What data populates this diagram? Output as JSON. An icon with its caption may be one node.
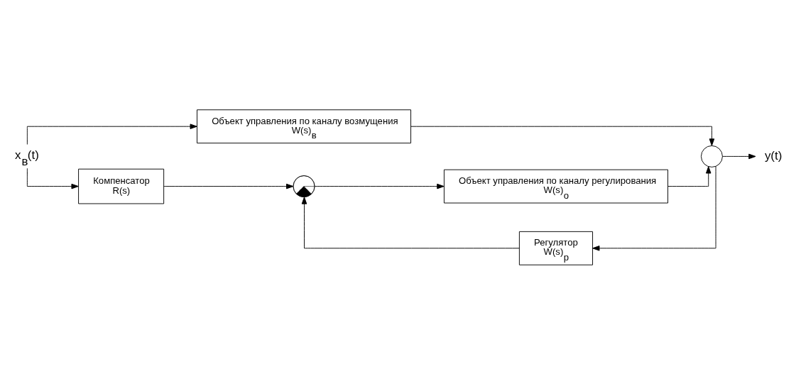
{
  "diagram": {
    "nodes": [
      {
        "text": [
          "x$_{в}$(t)"
        ]
      },
      {
        "text": [
          "Объект управления по каналу возмущения",
          "W(s)$_{в}$"
        ]
      },
      {
        "text": [
          "Компенсатор",
          "R(s)"
        ]
      },
      {
        "text": [],
        "shape": "circle"
      },
      {
        "text": [
          "Объект управления по каналу регулирования",
          "W(s)$_{о}$"
        ]
      },
      {
        "text": [],
        "shape": "circle"
      },
      {
        "text": [
          "y(t)"
        ]
      },
      {
        "text": [
          "Регулятор",
          "W(s)$_{р}$"
        ]
      }
    ],
    "edges": [
      {
        "from": 0,
        "to": 1,
        "arrow": "to"
      },
      {
        "from": 0,
        "to": 2,
        "arrow": "to"
      },
      {
        "from": 2,
        "to": 3,
        "arrow": "to"
      },
      {
        "from": 3,
        "to": 4,
        "arrow": "to"
      },
      {
        "from": 4,
        "to": 5,
        "arrow": "to"
      },
      {
        "from": 1,
        "to": 5,
        "arrow": "to"
      },
      {
        "from": 5,
        "to": 6,
        "arrow": "to"
      },
      {
        "from": 5,
        "to": 7,
        "arrow": "to"
      },
      {
        "from": 7,
        "to": 3,
        "arrow": "to"
      }
    ]
  }
}
